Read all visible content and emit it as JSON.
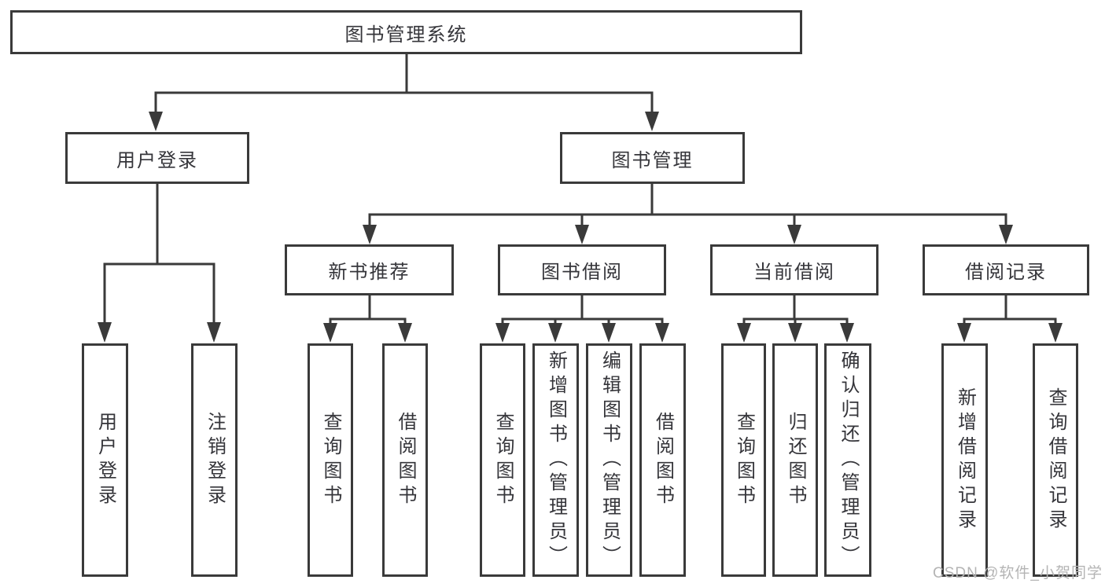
{
  "diagram": {
    "root": {
      "label": "图书管理系统"
    },
    "level2": [
      {
        "label": "用户登录"
      },
      {
        "label": "图书管理"
      }
    ],
    "level3": [
      {
        "label": "新书推荐"
      },
      {
        "label": "图书借阅"
      },
      {
        "label": "当前借阅"
      },
      {
        "label": "借阅记录"
      }
    ],
    "leaves": {
      "user_login": [
        "用户登录",
        "注销登录"
      ],
      "new_book": [
        "查询图书",
        "借阅图书"
      ],
      "book_borrow": [
        "查询图书",
        "新增图书（管理员）",
        "编辑图书（管理员）",
        "借阅图书"
      ],
      "current_borrow": [
        "查询图书",
        "归还图书",
        "确认归还（管理员）"
      ],
      "borrow_record": [
        "新增借阅记录",
        "查询借阅记录"
      ]
    }
  },
  "watermark": {
    "text": "CSDN @软件_小贺同学"
  },
  "colors": {
    "line": "#3a3a3a",
    "text": "#35353a",
    "watermark": "#b4b4b4",
    "background": "#ffffff"
  }
}
